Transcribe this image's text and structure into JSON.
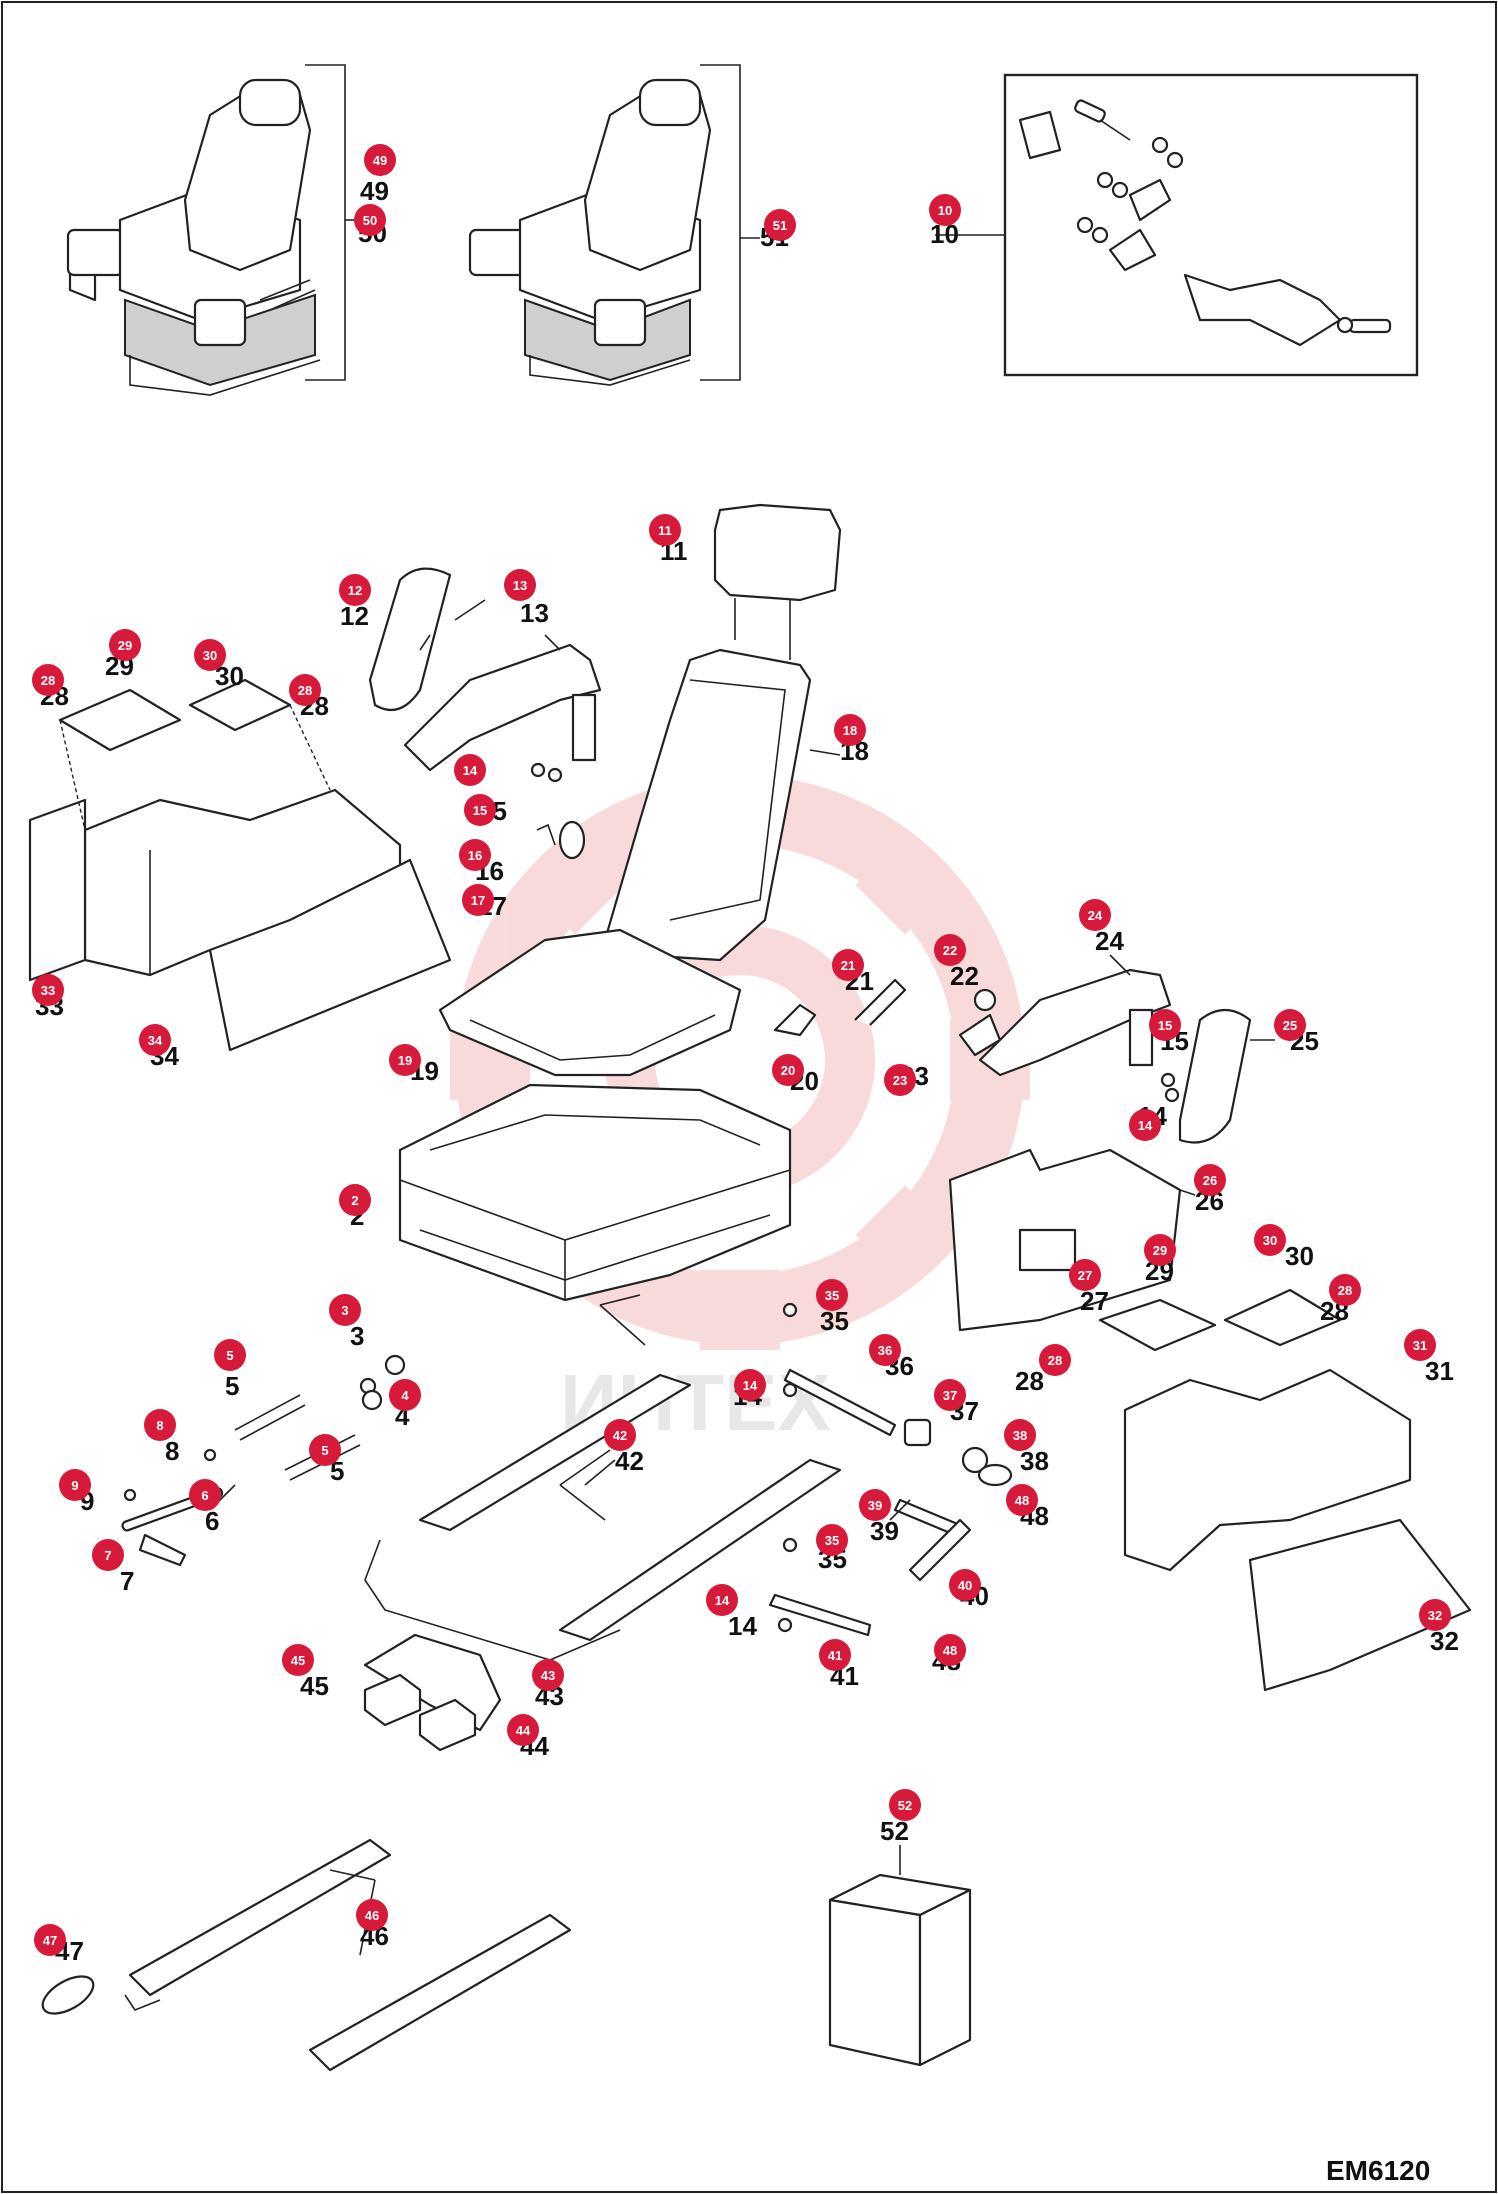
{
  "diagram_code": "EM6120",
  "watermark_text": "ИНТЕХ",
  "accent_color": "#d7193a",
  "callouts": [
    {
      "id": "49",
      "label": "49"
    },
    {
      "id": "50",
      "label": "50"
    },
    {
      "id": "51",
      "label": "51"
    },
    {
      "id": "10",
      "label": "10"
    },
    {
      "id": "11",
      "label": "11"
    },
    {
      "id": "12",
      "label": "12"
    },
    {
      "id": "13",
      "label": "13"
    },
    {
      "id": "14",
      "label": "14"
    },
    {
      "id": "15",
      "label": "15"
    },
    {
      "id": "16",
      "label": "16"
    },
    {
      "id": "17",
      "label": "17"
    },
    {
      "id": "18",
      "label": "18"
    },
    {
      "id": "19",
      "label": "19"
    },
    {
      "id": "20",
      "label": "20"
    },
    {
      "id": "21",
      "label": "21"
    },
    {
      "id": "22",
      "label": "22"
    },
    {
      "id": "23",
      "label": "23"
    },
    {
      "id": "24",
      "label": "24"
    },
    {
      "id": "25",
      "label": "25"
    },
    {
      "id": "26",
      "label": "26"
    },
    {
      "id": "27",
      "label": "27"
    },
    {
      "id": "28",
      "label": "28"
    },
    {
      "id": "29",
      "label": "29"
    },
    {
      "id": "30",
      "label": "30"
    },
    {
      "id": "31",
      "label": "31"
    },
    {
      "id": "32",
      "label": "32"
    },
    {
      "id": "33",
      "label": "33"
    },
    {
      "id": "34",
      "label": "34"
    },
    {
      "id": "2",
      "label": "2"
    },
    {
      "id": "3",
      "label": "3"
    },
    {
      "id": "4",
      "label": "4"
    },
    {
      "id": "5",
      "label": "5"
    },
    {
      "id": "6",
      "label": "6"
    },
    {
      "id": "7",
      "label": "7"
    },
    {
      "id": "8",
      "label": "8"
    },
    {
      "id": "9",
      "label": "9"
    },
    {
      "id": "35",
      "label": "35"
    },
    {
      "id": "36",
      "label": "36"
    },
    {
      "id": "37",
      "label": "37"
    },
    {
      "id": "38",
      "label": "38"
    },
    {
      "id": "39",
      "label": "39"
    },
    {
      "id": "40",
      "label": "40"
    },
    {
      "id": "41",
      "label": "41"
    },
    {
      "id": "42",
      "label": "42"
    },
    {
      "id": "43",
      "label": "43"
    },
    {
      "id": "44",
      "label": "44"
    },
    {
      "id": "45",
      "label": "45"
    },
    {
      "id": "46",
      "label": "46"
    },
    {
      "id": "47",
      "label": "47"
    },
    {
      "id": "48",
      "label": "48"
    },
    {
      "id": "52",
      "label": "52"
    }
  ]
}
